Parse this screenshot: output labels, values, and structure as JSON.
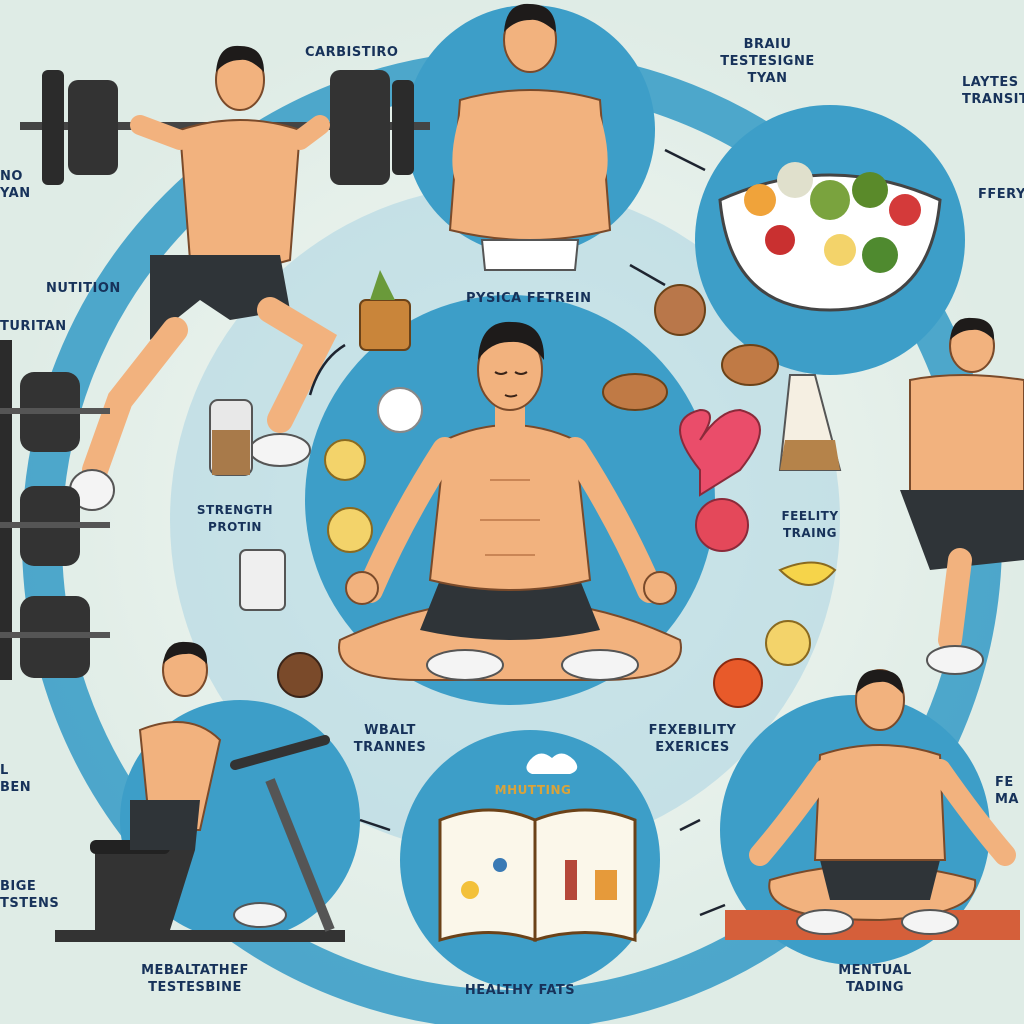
{
  "labels": {
    "carbistiro": "CARBISTIRO",
    "brain_testesigne": "BRAIU\nTESTESIGNE\nTYAN",
    "layers_transit": "LAYTES\nTRANSIT",
    "no_yan": "NO\nYAN",
    "ffery": "FFERY",
    "nutition": "NUTITION",
    "turitan": "TURITAN",
    "pysica_fetrein": "PYSICA FETREIN",
    "strength_protin": "STRENGTH\nPROTIN",
    "feelity_traing": "FEELITY\nTRAING",
    "l_ben": "L\nBEN",
    "wbalt_trannes": "WBALT\nTRANNES",
    "flexebilty_exerices": "FEXEBILITY\nEXERICES",
    "fe_ma": "FE\nMA",
    "bige_tstens": "BIGE\nTSTENS",
    "mhutting": "MHUTTING",
    "mebaltathef_testesbine": "MEBALTATHEF\nTESTESBINE",
    "healthy_fats": "HEALTHY FATS",
    "mebthal_tading": "MENTUAL\nTADING"
  },
  "colors": {
    "background": "#dfece6",
    "circle_blue": "#3d9ec8",
    "circle_light": "#8cc6dd",
    "skin": "#f2b27e",
    "shorts": "#2f3438",
    "text": "#17325a"
  }
}
